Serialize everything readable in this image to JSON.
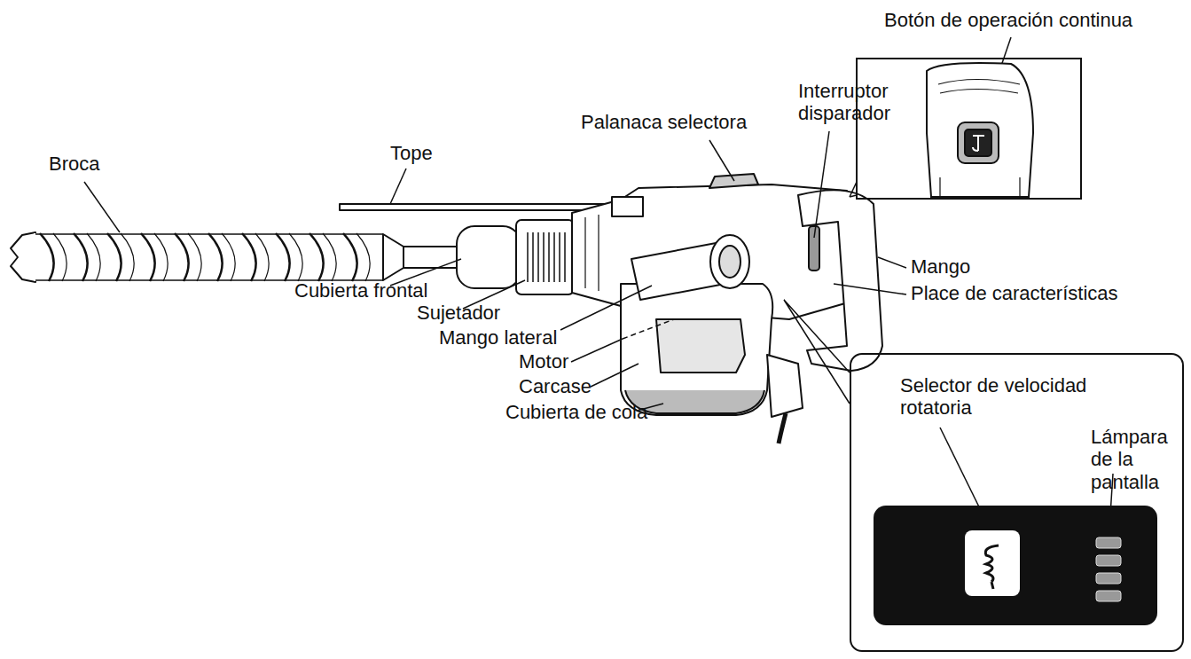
{
  "diagram": {
    "nodes": [
      {
        "text": [
          "Botón de operación continua"
        ]
      },
      {
        "text": [
          "Selector de velocidad rotatoria",
          "Lámpara de la pantalla"
        ]
      }
    ],
    "labels": [
      "Broca",
      "Tope",
      "Palanaca selectora",
      "Interruptor disparador",
      "Mango",
      "Place de características",
      "Cubierta frontal",
      "Sujetador",
      "Mango lateral",
      "Motor",
      "Carcase",
      "Cubierta de cola"
    ]
  }
}
